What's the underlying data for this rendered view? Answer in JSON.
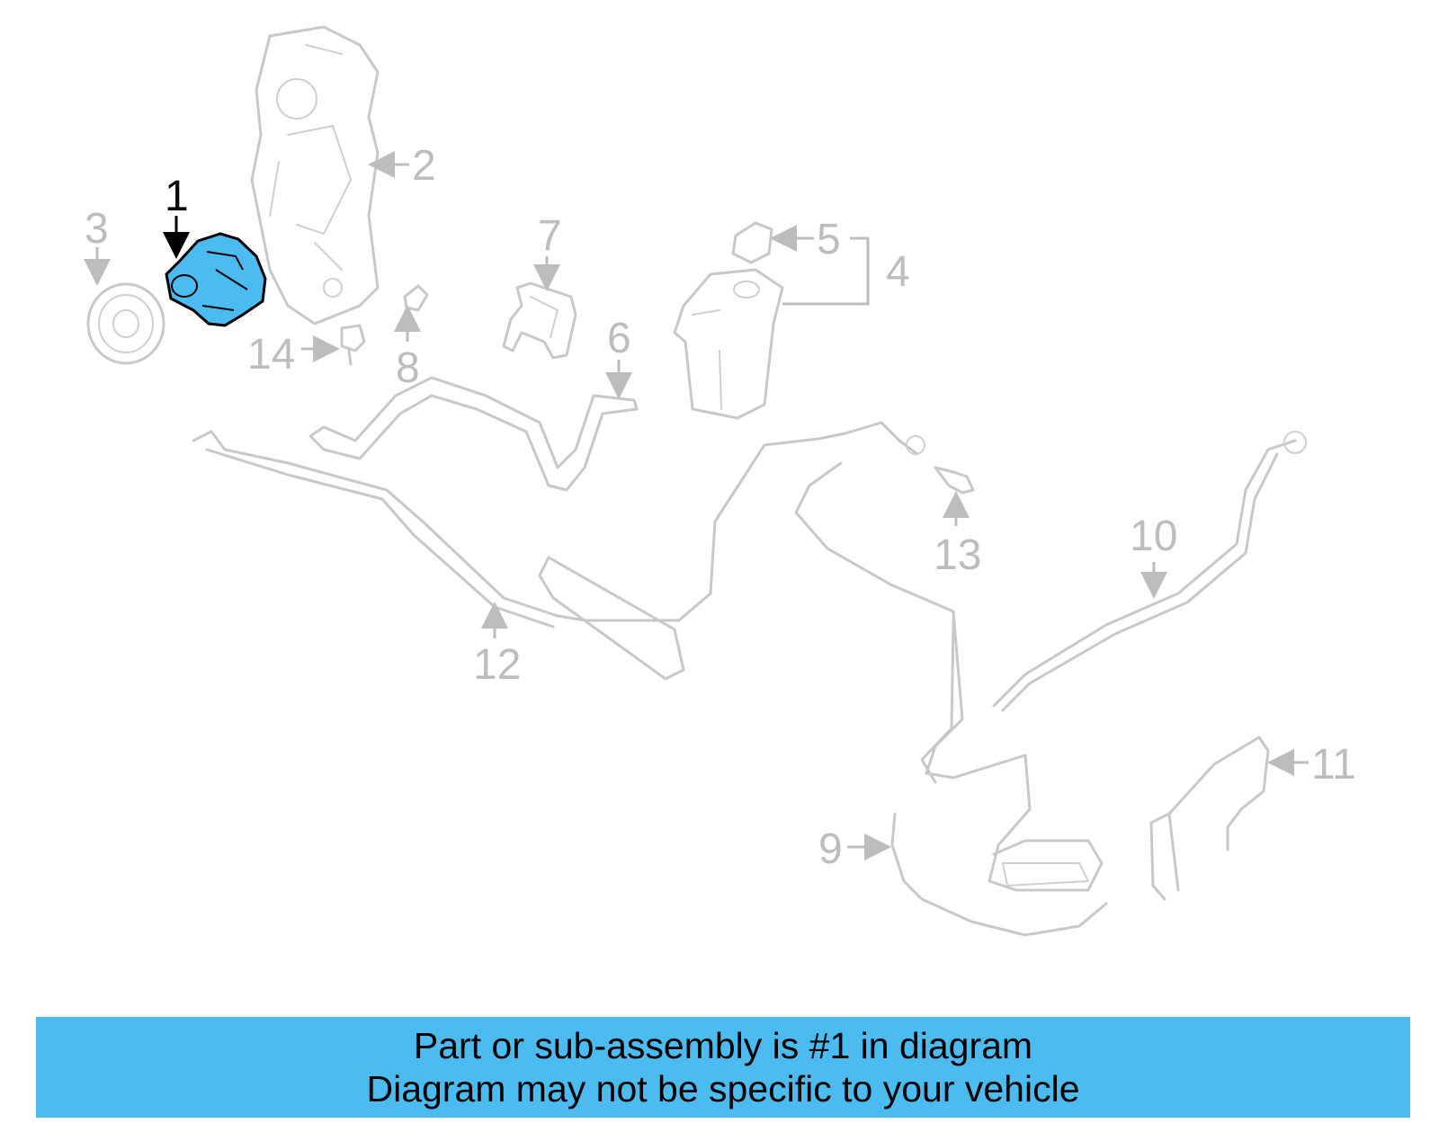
{
  "highlight_color": "#4bbbf0",
  "callouts": {
    "c1": "1",
    "c2": "2",
    "c3": "3",
    "c4": "4",
    "c5": "5",
    "c6": "6",
    "c7": "7",
    "c8": "8",
    "c9": "9",
    "c10": "10",
    "c11": "11",
    "c12": "12",
    "c13": "13",
    "c14": "14"
  },
  "banner": {
    "line1": "Part or sub-assembly is #1 in diagram",
    "line2": "Diagram may not be specific to your vehicle"
  }
}
